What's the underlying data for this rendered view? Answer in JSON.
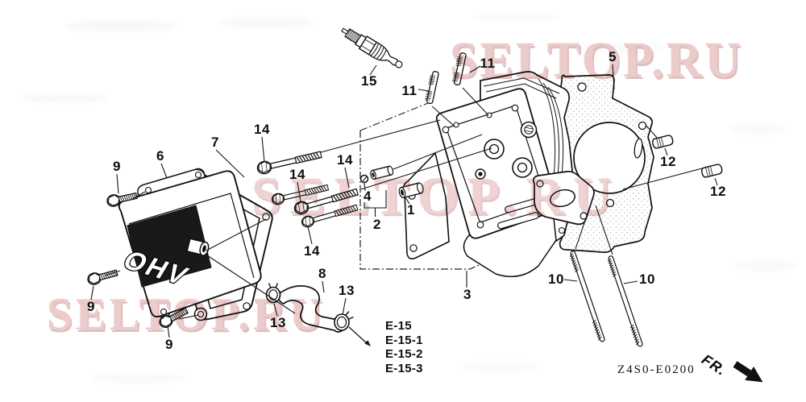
{
  "diagram": {
    "callouts": [
      "15",
      "11",
      "11",
      "5",
      "12",
      "12",
      "14",
      "14",
      "14",
      "14",
      "7",
      "6",
      "9",
      "9",
      "9",
      "4",
      "2",
      "1",
      "3",
      "8",
      "13",
      "13",
      "10",
      "10"
    ],
    "cover_embossing": "OHV",
    "ref_links": [
      "E-15",
      "E-15-1",
      "E-15-2",
      "E-15-3"
    ],
    "diagram_code": "Z4S0-E0200",
    "front_label": "FR.",
    "watermark": {
      "text": "SELTOP.RU",
      "color": "#eccbcb"
    },
    "line_color": "#111111"
  }
}
